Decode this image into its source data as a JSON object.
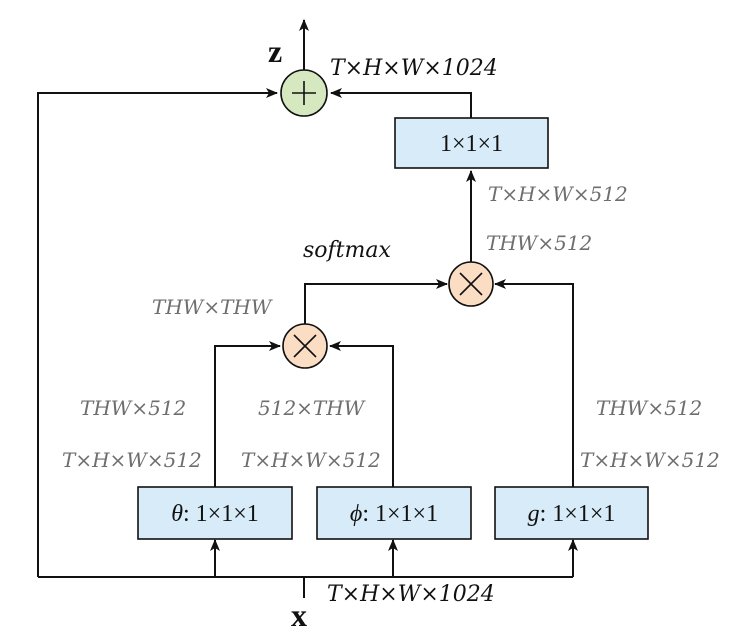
{
  "colors": {
    "box_fill": "#d7ecf8",
    "sum_fill": "#d6e8bf",
    "mul_fill": "#fbddc4",
    "stroke": "#111111",
    "label_gray": "#6e6e6e"
  },
  "nodes": {
    "output": "z",
    "input": "x",
    "conv_out": "1×1×1",
    "theta": {
      "symbol": "θ",
      "rest": ": 1×1×1"
    },
    "phi": {
      "symbol": "ϕ",
      "rest": ": 1×1×1"
    },
    "g": {
      "symbol": "g",
      "rest": ": 1×1×1"
    },
    "sum_symbol": "+",
    "mul_symbol": "×",
    "softmax": "softmax"
  },
  "labels": {
    "top_shape": "T×H×W×1024",
    "bottom_shape": "T×H×W×1024",
    "conv_out_shape": "T×H×W×512",
    "mul_out_shape": "THW×512",
    "attention_shape": "THW×THW",
    "theta_reshaped": "THW×512",
    "theta_shape": "T×H×W×512",
    "phi_reshaped": "512×THW",
    "phi_shape": "T×H×W×512",
    "g_reshaped": "THW×512",
    "g_shape": "T×H×W×512"
  }
}
